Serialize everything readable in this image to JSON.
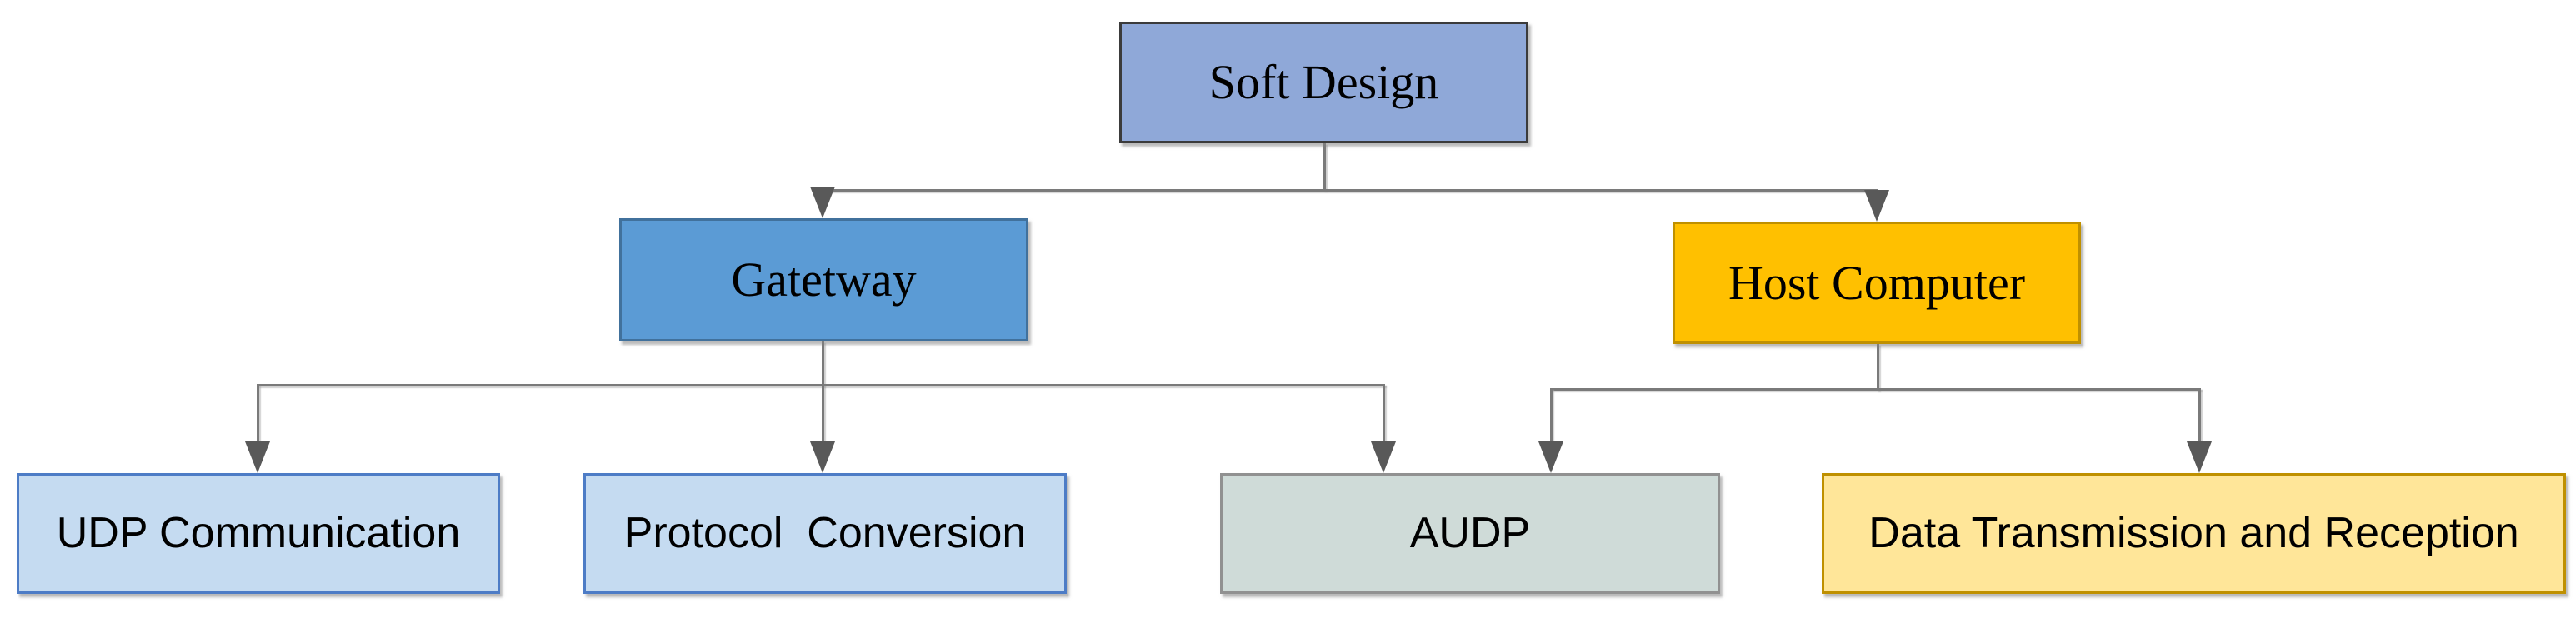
{
  "diagram": {
    "type": "flowchart",
    "background_color": "#ffffff",
    "connector_line_color": "#7a7a7a",
    "arrowhead_color": "#595959",
    "nodes": {
      "soft_design": {
        "label": "Soft Design",
        "fill": "#8fa8d8",
        "border": "#3b3b3b",
        "text_color": "#000000"
      },
      "gateway": {
        "label": "Gatetway",
        "fill": "#5b9bd5",
        "border": "#41719c",
        "text_color": "#000000"
      },
      "host_computer": {
        "label": "Host Computer",
        "fill": "#ffc000",
        "border": "#bf9000",
        "text_color": "#000000"
      },
      "udp_communication": {
        "label": "UDP Communication",
        "fill": "#c5dbf1",
        "border": "#4d7cc6",
        "text_color": "#000000"
      },
      "protocol_conversion": {
        "label": "Protocol  Conversion",
        "fill": "#c5dbf1",
        "border": "#4d7cc6",
        "text_color": "#000000"
      },
      "audp": {
        "label": "AUDP",
        "fill": "#cfdbd8",
        "border": "#919191",
        "text_color": "#000000"
      },
      "data_transmission": {
        "label": "Data Transmission and Reception",
        "fill": "#ffe699",
        "border": "#bf9000",
        "text_color": "#000000"
      }
    },
    "edges": [
      {
        "from": "Soft Design",
        "to": "Gatetway"
      },
      {
        "from": "Soft Design",
        "to": "Host Computer"
      },
      {
        "from": "Gatetway",
        "to": "UDP Communication"
      },
      {
        "from": "Gatetway",
        "to": "Protocol  Conversion"
      },
      {
        "from": "Gatetway",
        "to": "AUDP"
      },
      {
        "from": "Host Computer",
        "to": "AUDP"
      },
      {
        "from": "Host Computer",
        "to": "Data Transmission and Reception"
      }
    ]
  }
}
